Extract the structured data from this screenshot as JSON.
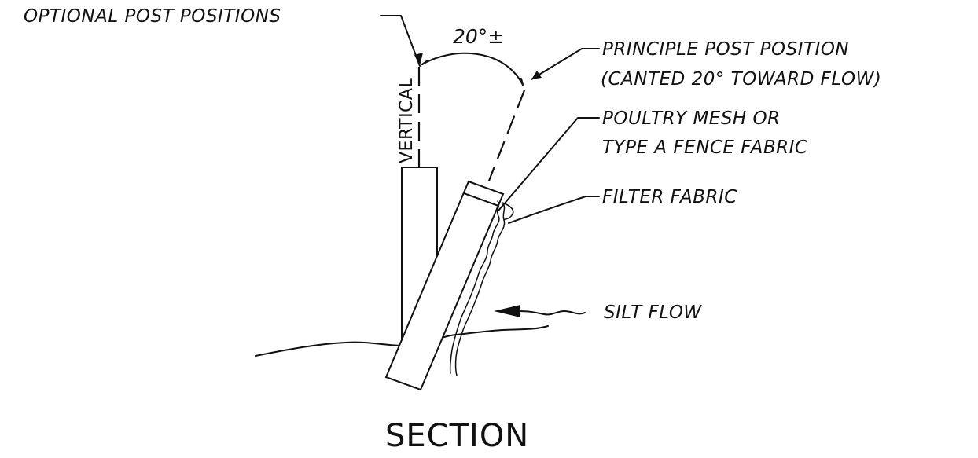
{
  "drawing": {
    "title": "SECTION",
    "angle_label": "20°±",
    "vertical_label": "VERTICAL",
    "labels": {
      "optional_post_positions": "OPTIONAL POST POSITIONS",
      "principle_post_position_line1": "PRINCIPLE POST POSITION",
      "principle_post_position_line2": "(CANTED 20° TOWARD FLOW)",
      "poultry_mesh_line1": "POULTRY MESH OR",
      "poultry_mesh_line2": "TYPE A FENCE FABRIC",
      "filter_fabric": "FILTER FABRIC",
      "silt_flow": "SILT FLOW"
    }
  }
}
